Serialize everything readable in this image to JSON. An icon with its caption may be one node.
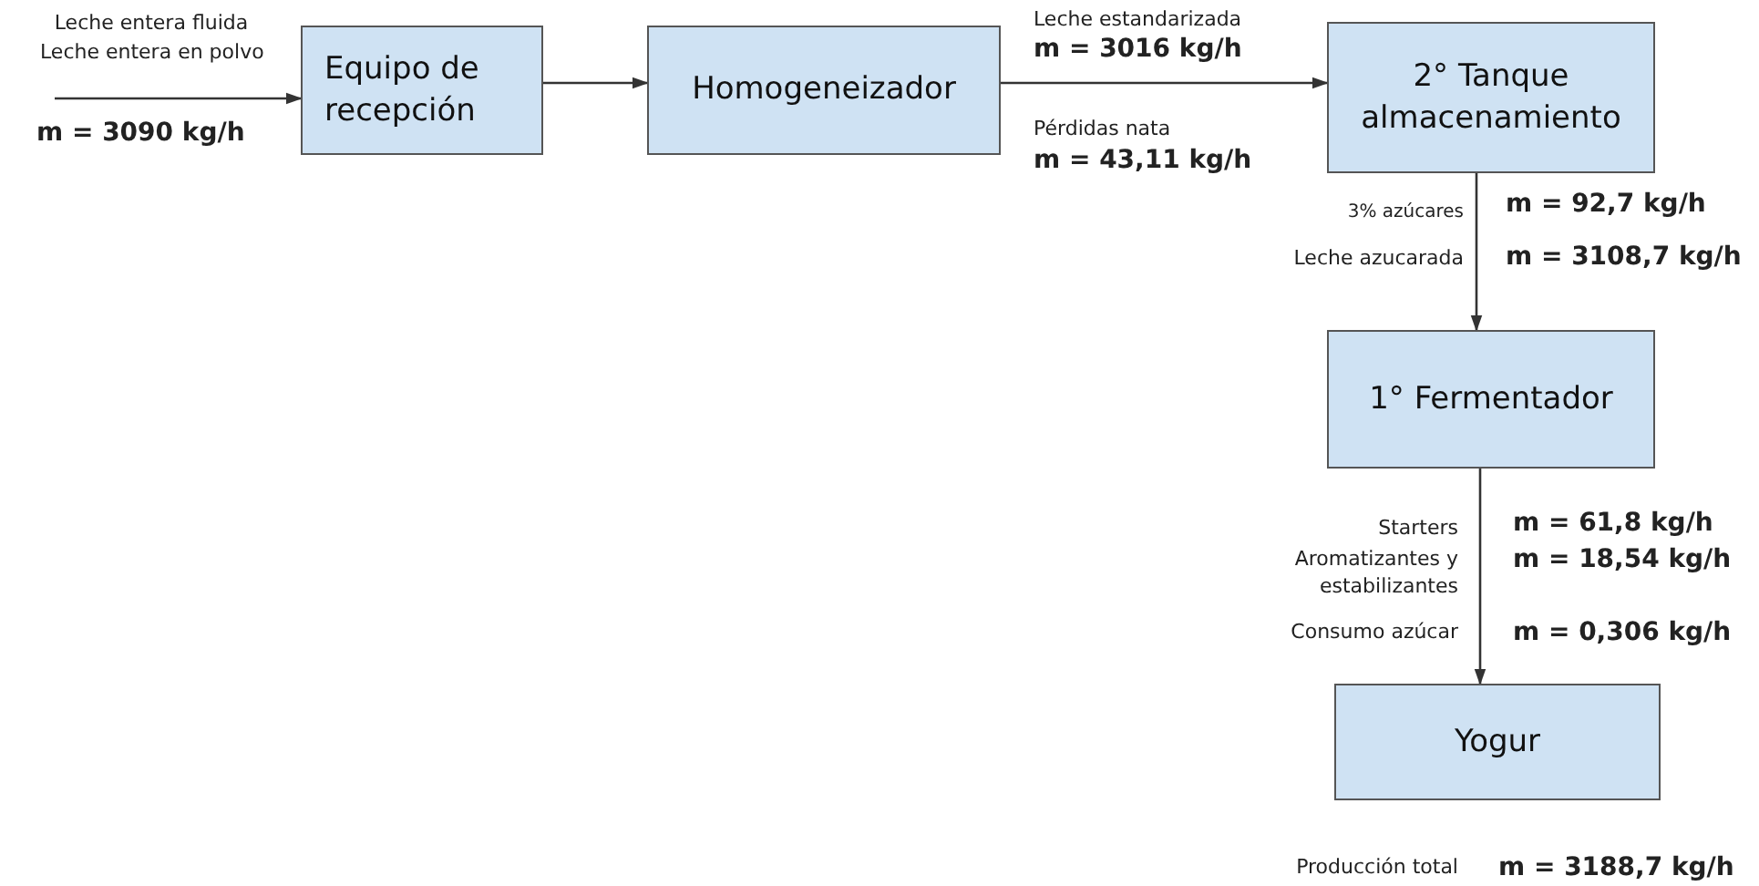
{
  "diagram": {
    "nodes": [
      {
        "text": [
          "Equipo de recepción"
        ]
      },
      {
        "text": [
          "Homogeneizador"
        ]
      },
      {
        "text": [
          "2° Tanque almacenamiento"
        ]
      },
      {
        "text": [
          "1° Fermentador"
        ]
      },
      {
        "text": [
          "Yogur"
        ]
      }
    ],
    "edges": [
      {
        "from": null,
        "to": 0,
        "arrow": "to"
      },
      {
        "from": 0,
        "to": 1,
        "arrow": "to"
      },
      {
        "from": 1,
        "to": 2,
        "arrow": "to"
      },
      {
        "from": 2,
        "to": 3,
        "arrow": "to"
      },
      {
        "from": 3,
        "to": 4,
        "arrow": "to"
      }
    ],
    "labels": [
      "Leche entera fluida",
      "Leche entera en polvo",
      "m = 3090 kg/h",
      "Leche estandarizada",
      "m = 3016 kg/h",
      "Pérdidas nata",
      "m = 43,11 kg/h",
      "3% azúcares",
      "m = 92,7 kg/h",
      "Leche azucarada",
      "m = 3108,7 kg/h",
      "Starters",
      "m = 61,8 kg/h",
      "Aromatizantes y estabilizantes",
      "m = 18,54 kg/h",
      "Consumo azúcar",
      "m = 0,306 kg/h",
      "Producción total",
      "m = 3188,7 kg/h"
    ]
  }
}
